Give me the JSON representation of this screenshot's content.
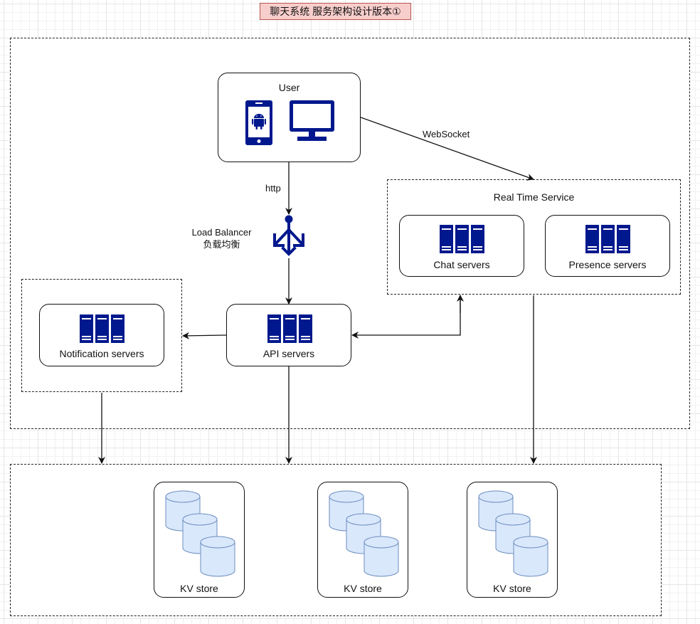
{
  "title": "聊天系统 服务架构设计版本①",
  "colors": {
    "icon_blue": "#00188d",
    "db_fill": "#dae8fc",
    "db_stroke": "#6c8ebf",
    "title_fill": "#f8cecc",
    "title_stroke": "#b85450"
  },
  "user": {
    "label": "User",
    "icons": [
      "android-phone-icon",
      "monitor-icon"
    ]
  },
  "edges": {
    "websocket": "WebSocket",
    "http": "http"
  },
  "load_balancer": {
    "label_line1": "Load Balancer",
    "label_line2": "负载均衡",
    "icon": "load-balancer-icon"
  },
  "real_time_service": {
    "label": "Real Time Service",
    "nodes": [
      {
        "label": "Chat servers",
        "icon": "server-rack-icon"
      },
      {
        "label": "Presence servers",
        "icon": "server-rack-icon"
      }
    ]
  },
  "api_servers": {
    "label": "API servers",
    "icon": "server-rack-icon"
  },
  "notification_servers": {
    "label": "Notification servers",
    "icon": "server-rack-icon"
  },
  "storage": {
    "nodes": [
      {
        "label": "KV store",
        "icon": "database-stack-icon"
      },
      {
        "label": "KV store",
        "icon": "database-stack-icon"
      },
      {
        "label": "KV store",
        "icon": "database-stack-icon"
      }
    ]
  }
}
